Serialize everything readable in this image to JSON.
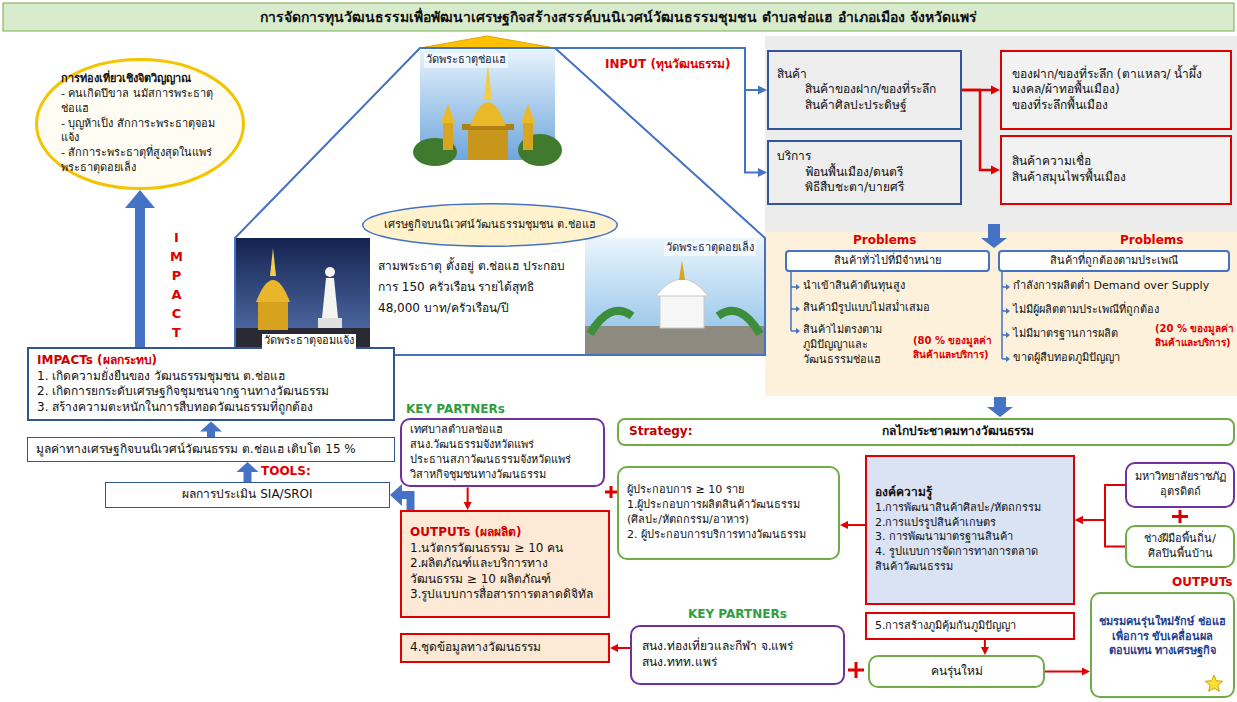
{
  "diagram": {
    "title": "การจัดการทุนวัฒนธรรมเพื่อพัฒนาเศรษฐกิจสร้างสรรค์บนนิเวศน์วัฒนธรรมชุมชน ตำบลช่อแฮ อำเภอเมือง จังหวัดแพร่",
    "nodes": [
      {
        "text": [
          "การท่องเที่ยวเชิงจิตวิญญาณ",
          "- คนเกิดปีขาล นมัสการพระธาตุช่อแฮ",
          "- บุญห้าเป็ง สักการะพระธาตุจอมแจ้ง",
          "- สักการะพระธาตุที่สูงสุดในแพร่ พระธาตุดอยเล็ง"
        ]
      },
      {
        "text": [
          "สามพระธาตุ ตั้งอยู่ ต.ช่อแฮ ประกอบการ 150 ครัวเรือน รายได้สุทธิ 48,000 บาท/ครัวเรือน/ปี"
        ]
      },
      {
        "text": [
          "เศรษฐกิจบนนิเวศน์วัฒนธรรมชุมชน ต.ช่อแฮ"
        ],
        "in": 1
      },
      {
        "text": [
          "สินค้า",
          "สินค้าของฝาก/ของที่ระลึก",
          "สินค้าศิลปะประดิษฐ์"
        ]
      },
      {
        "text": [
          "บริการ",
          "ฟ้อนพื้นเมือง/ดนตรี",
          "พิธีสืบชะตา/บายศรี"
        ]
      },
      {
        "text": [
          "ของฝาก/ของที่ระลึก (ตาแหลว/ น้ำผึ้งมงคล/ผ้าทอพื้นเมือง)",
          "ของที่ระลึกพื้นเมือง"
        ]
      },
      {
        "text": [
          "สินค้าความเชื่อ",
          "สินค้าสมุนไพรพื้นเมือง"
        ]
      },
      {
        "text": [
          "Problems",
          "สินค้าทั่วไปที่มีจำหน่าย"
        ]
      },
      {
        "text": [
          "Problems",
          "สินค้าที่ถูกต้องตามประเพณี"
        ]
      },
      {
        "text": [
          "Strategy:",
          "กลไกประชาคมทางวัฒนธรรม"
        ]
      },
      {
        "text": [
          "KEY PARTNERs",
          "เทศบาลตำบลช่อแฮ",
          "สนง.วัฒนธรรมจังหวัดแพร่",
          "ประธานสภาวัฒนธรรมจังหวัดแพร่",
          "วิสาหกิจชุมชนทางวัฒนธรรม"
        ]
      },
      {
        "text": [
          "IMPACTs (ผลกระทบ)",
          "1. เกิดความยั่งยืนของ วัฒนธรรมชุมชน ต.ช่อแฮ",
          "2. เกิดการยกระดับเศรษฐกิจชุมชนจากฐานทางวัฒนธรรม",
          "3. สร้างความตะหนักในการสืบทอดวัฒนธรรมที่ถูกต้อง"
        ]
      },
      {
        "text": [
          "มูลค่าทางเศรษฐกิจบนนิเวศน์วัฒนธรรม ต.ช่อแฮ เติบโต 15 %"
        ]
      },
      {
        "text": [
          "OUTPUTs (ผลผลิต)",
          "1.นวัตกรวัฒนธรรม ≥ 10 คน",
          "2.ผลิตภัณฑ์และบริการทาง วัฒนธรรม ≥ 10 ผลิตภัณฑ์",
          "3.รูปแบบการสื่อสารการตลาดดิจิทัล"
        ]
      },
      {
        "text": [
          "4.ชุดข้อมูลทางวัฒนธรรม"
        ]
      },
      {
        "text": [
          "TOOLS:",
          "ผลการประเมิน SIA/SROI"
        ]
      },
      {
        "text": [
          "ผู้ประกอบการ ≥ 10 ราย",
          "1.ผู้ประกอบการผลิตสินค้าวัฒนธรรม (ศิลปะ/หัตถกรรม/อาหาร)",
          "2. ผู้ประกอบการบริการทางวัฒนธรรม"
        ]
      },
      {
        "text": [
          "องค์ความรู้",
          "1.การพัฒนาสินค้าศิลปะ/หัตถกรรม",
          "2.การแปรรูปสินค้าเกษตร",
          "3. การพัฒนามาตรฐานสินค้า",
          "4. รูปแบบการจัดการทางการตลาดสินค้าวัฒนธรรม"
        ]
      },
      {
        "text": [
          "5.การสร้างภูมิคุ้มกันภูมิปัญญา"
        ]
      },
      {
        "text": [
          "มหาวิทยาลัยราชภัฏ อุตรดิตถ์"
        ]
      },
      {
        "text": [
          "ช่างฝีมือพื้นถิ่น/ ศิลปินพื้นบ้าน"
        ]
      },
      {
        "text": [
          "OUTPUTs",
          "ชมรมคนรุ่นใหม่รักษ์ ช่อแฮเพื่อการ ขับเคลื่อนผลตอบแทน ทางเศรษฐกิจ"
        ]
      },
      {
        "text": [
          "KEY PARTNERs",
          "สนง.ท่องเที่ยวและกีฬา จ.แพร่",
          "สนง.ททท.แพร่"
        ]
      },
      {
        "text": [
          "คนรุ่นใหม่"
        ]
      }
    ],
    "edges": [
      {
        "from": 1,
        "to": 3,
        "arrow": "to"
      },
      {
        "from": 1,
        "to": 4,
        "arrow": "to"
      },
      {
        "from": 3,
        "to": 5,
        "arrow": "to"
      },
      {
        "from": 3,
        "to": 6,
        "arrow": "to"
      },
      {
        "from": 11,
        "to": 0,
        "arrow": "to"
      },
      {
        "from": 12,
        "to": 11,
        "arrow": "to"
      },
      {
        "from": 15,
        "to": 12,
        "arrow": "to"
      },
      {
        "from": 13,
        "to": 15,
        "arrow": "to"
      },
      {
        "from": 10,
        "to": 13,
        "arrow": "to"
      },
      {
        "from": 17,
        "to": 16,
        "arrow": "to"
      },
      {
        "from": 19,
        "to": 17,
        "arrow": "to"
      },
      {
        "from": 20,
        "to": 17,
        "arrow": "to"
      },
      {
        "from": 18,
        "to": 23,
        "arrow": "to"
      },
      {
        "from": 23,
        "to": 21,
        "arrow": "to"
      },
      {
        "from": 22,
        "to": 14,
        "arrow": "to"
      }
    ],
    "labels": [
      "INPUT (ทุนวัฒนธรรม)",
      "วัดพระธาตุช่อแฮ",
      "วัดพระธาตุจอมแจ้ง",
      "วัดพระธาตุดอยเล็ง",
      "นำเข้าสินค้าต้นทุนสูง",
      "สินค้ามีรูปแบบไม่สม่ำเสมอ",
      "สินค้าไม่ตรงตามภูมิปัญญาและ วัฒนธรรมช่อแฮ",
      "(80 % ของมูลค่า สินค้าและบริการ)",
      "กำลังการผลิตต่ำ Demand over Supply",
      "ไม่มีผู้ผลิตตามประเพณีที่ถูกต้อง",
      "ไม่มีมาตรฐานการผลิต",
      "ขาดผู้สืบทอดภูมิปัญญา",
      "(20 % ของมูลค่า สินค้าและบริการ)",
      "IMPACT"
    ]
  }
}
